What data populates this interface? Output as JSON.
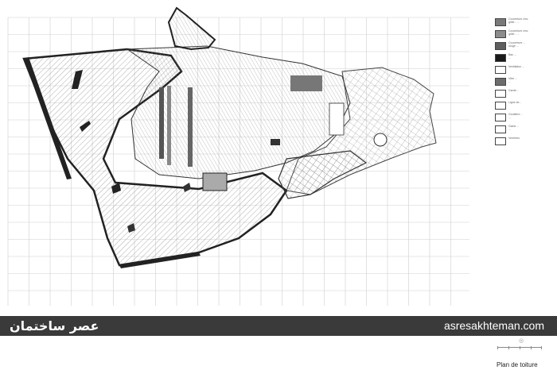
{
  "drawing": {
    "legend": [
      {
        "swatch": "#7a7a7a",
        "text": "Couverture zinc\ngrille - ..."
      },
      {
        "swatch": "#8c8c8c",
        "text": "Couverture zinc\ngrille - ..."
      },
      {
        "swatch": "#5e5e5e",
        "text": "Couverture ...\nrouge ..."
      },
      {
        "swatch": "#1a1a1a",
        "text": "Bac ...\n..."
      },
      {
        "swatch": "#ffffff",
        "text": "Ventilation ..."
      },
      {
        "swatch": "#6d6d6d",
        "text": "Vitre ...\n..."
      },
      {
        "swatch": "#ffffff",
        "text": "Garde..."
      },
      {
        "swatch": "#ffffff",
        "text": "Ligne de..."
      },
      {
        "swatch": "#ffffff",
        "text": "Gouttière ...\n..."
      },
      {
        "swatch": "#ffffff",
        "text": "Gaine ...\n..."
      },
      {
        "swatch": "#ffffff",
        "text": "Verrières"
      }
    ],
    "title": "Plan de toiture"
  },
  "banner": {
    "brand_fa": "عصر ساختمان",
    "url": "asresakhteman.com"
  },
  "colors": {
    "banner_bg": "#3a3a3a",
    "grid": "#cfcfcf",
    "outline": "#222222"
  }
}
